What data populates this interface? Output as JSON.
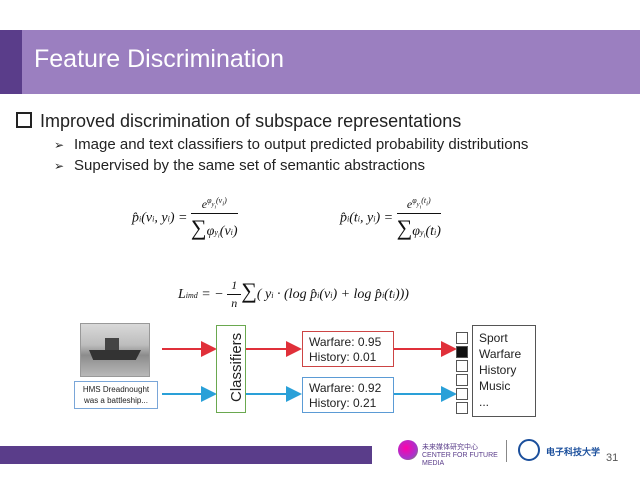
{
  "title": "Feature Discrimination",
  "main_bullet": "Improved discrimination of subspace representations",
  "sub_bullets": [
    "Image and text classifiers to output predicted probability distributions",
    "Supervised by the same set of semantic abstractions"
  ],
  "diagram": {
    "image_caption_line1": "HMS Dreadnought",
    "image_caption_line2": "was a battleship...",
    "classifier_label": "Classifiers",
    "image_scores": [
      "Warfare: 0.95",
      "History: 0.01"
    ],
    "text_scores": [
      "Warfare: 0.92",
      "History: 0.21"
    ],
    "categories": [
      "Sport",
      "Warfare",
      "History",
      "Music",
      "..."
    ],
    "arrow_colors": {
      "image": "#e0303a",
      "text": "#2aa0d8"
    }
  },
  "logos": {
    "left_line1": "未来媒体研究中心",
    "left_line2": "CENTER FOR FUTURE MEDIA",
    "right": "电子科技大学"
  },
  "page_number": "31",
  "colors": {
    "title_bar": "#9b7fc0",
    "accent": "#5a3d8a"
  }
}
